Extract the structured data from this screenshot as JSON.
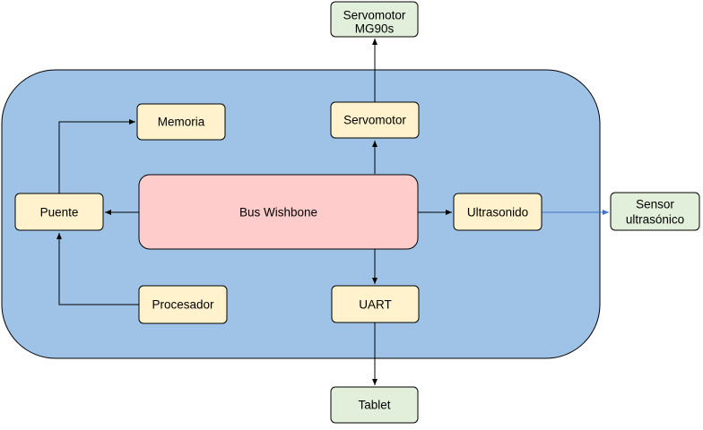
{
  "diagram": {
    "container": {
      "fill": "#9fc3e7",
      "stroke": "#000000"
    },
    "nodes": {
      "servomotor_mg90s": {
        "line1": "Servomotor",
        "line2": "MG90s",
        "fill": "#e2efdb"
      },
      "memoria": {
        "label": "Memoria",
        "fill": "#fff2cc"
      },
      "servomotor": {
        "label": "Servomotor",
        "fill": "#fff2cc"
      },
      "puente": {
        "label": "Puente",
        "fill": "#fff2cc"
      },
      "bus_wishbone": {
        "label": "Bus Wishbone",
        "fill": "#ffcccc"
      },
      "ultrasonido": {
        "label": "Ultrasonido",
        "fill": "#fff2cc"
      },
      "sensor_ultrasonico": {
        "line1": "Sensor",
        "line2": "ultrasónico",
        "fill": "#e2efdb"
      },
      "procesador": {
        "label": "Procesador",
        "fill": "#fff2cc"
      },
      "uart": {
        "label": "UART",
        "fill": "#fff2cc"
      },
      "tablet": {
        "label": "Tablet",
        "fill": "#e2efdb"
      }
    },
    "connections": [
      {
        "from": "Bus Wishbone",
        "to": "Puente"
      },
      {
        "from": "Puente",
        "to": "Memoria"
      },
      {
        "from": "Procesador",
        "to": "Puente"
      },
      {
        "from": "Bus Wishbone",
        "to": "Servomotor"
      },
      {
        "from": "Servomotor",
        "to": "Servomotor MG90s"
      },
      {
        "from": "Bus Wishbone",
        "to": "Ultrasonido"
      },
      {
        "from": "Ultrasonido",
        "to": "Sensor ultrasónico",
        "color": "#4472c4"
      },
      {
        "from": "Bus Wishbone",
        "to": "UART"
      },
      {
        "from": "UART",
        "to": "Tablet"
      }
    ]
  }
}
